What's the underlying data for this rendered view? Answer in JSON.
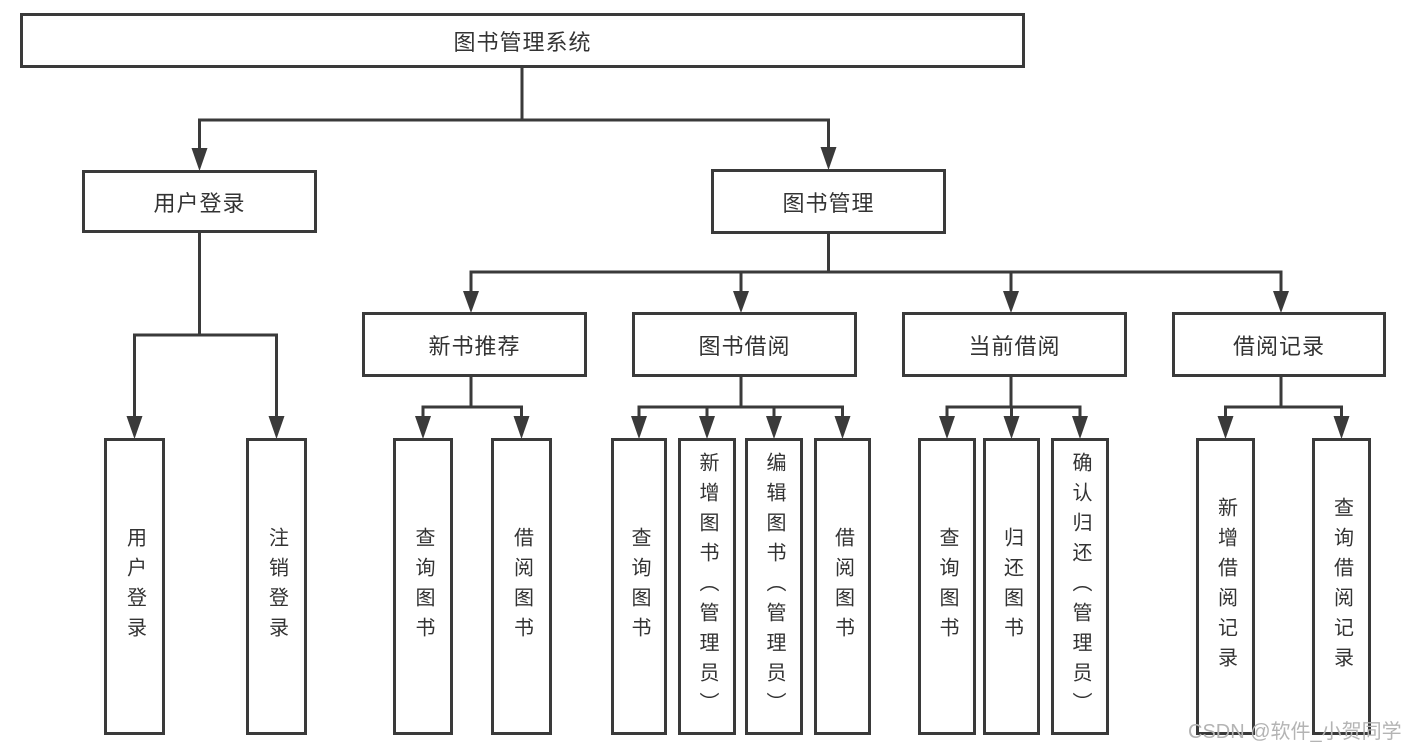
{
  "diagram": {
    "type": "hierarchy-flowchart",
    "title": "图书管理系统"
  },
  "tree": {
    "label": "图书管理系统",
    "children": [
      {
        "label": "用户登录",
        "children": [
          {
            "label": "用户登录"
          },
          {
            "label": "注销登录"
          }
        ]
      },
      {
        "label": "图书管理",
        "children": [
          {
            "label": "新书推荐",
            "children": [
              {
                "label": "查询图书"
              },
              {
                "label": "借阅图书"
              }
            ]
          },
          {
            "label": "图书借阅",
            "children": [
              {
                "label": "查询图书"
              },
              {
                "label": "新增图书（管理员）"
              },
              {
                "label": "编辑图书（管理员）"
              },
              {
                "label": "借阅图书"
              }
            ]
          },
          {
            "label": "当前借阅",
            "children": [
              {
                "label": "查询图书"
              },
              {
                "label": "归还图书"
              },
              {
                "label": "确认归还（管理员）"
              }
            ]
          },
          {
            "label": "借阅记录",
            "children": [
              {
                "label": "新增借阅记录"
              },
              {
                "label": "查询借阅记录"
              }
            ]
          }
        ]
      }
    ]
  },
  "watermark": {
    "text": "CSDN @软件_小贺同学"
  },
  "colors": {
    "line": "#3a3a3a",
    "box_border": "#3a3a3a",
    "box_fill": "#ffffff",
    "text": "#333333",
    "watermark": "#b4b4b4",
    "background": "#ffffff"
  }
}
